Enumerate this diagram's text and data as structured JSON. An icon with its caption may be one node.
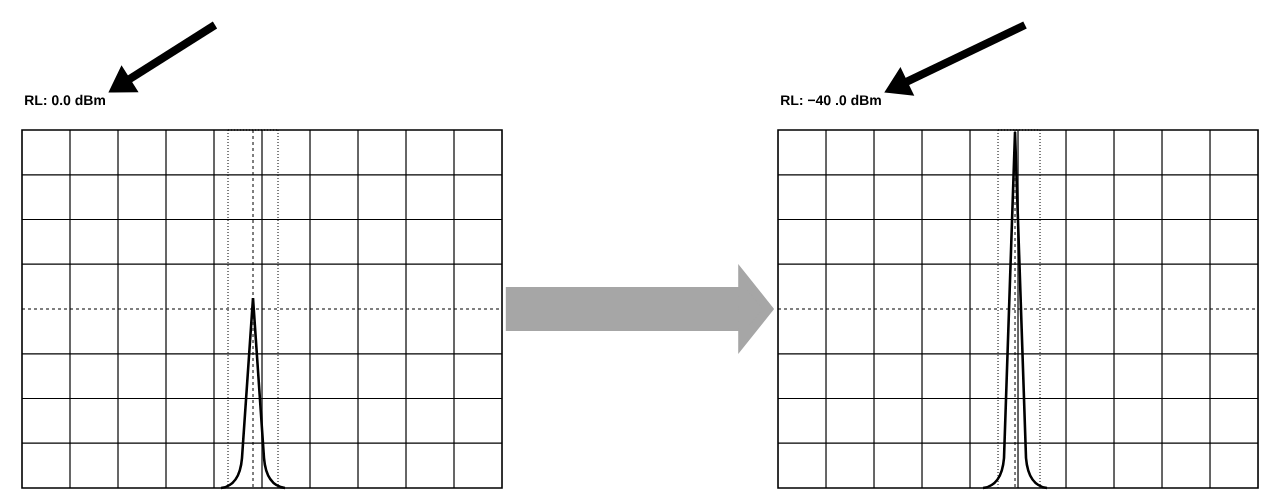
{
  "diagram": {
    "nodes": [
      {
        "text": [
          "RL: 0.0 dBm"
        ]
      },
      {
        "text": [],
        "shape": "box"
      },
      {
        "text": [
          "RL: −40 .0 dBm"
        ]
      },
      {
        "text": [],
        "shape": "box"
      }
    ],
    "edges": [
      {
        "from": null,
        "to": 0,
        "arrow": "to"
      },
      {
        "from": 1,
        "to": 3,
        "arrow": "to",
        "style": "thick",
        "color": "#a6a6a6"
      },
      {
        "from": null,
        "to": 2,
        "arrow": "to"
      }
    ]
  }
}
